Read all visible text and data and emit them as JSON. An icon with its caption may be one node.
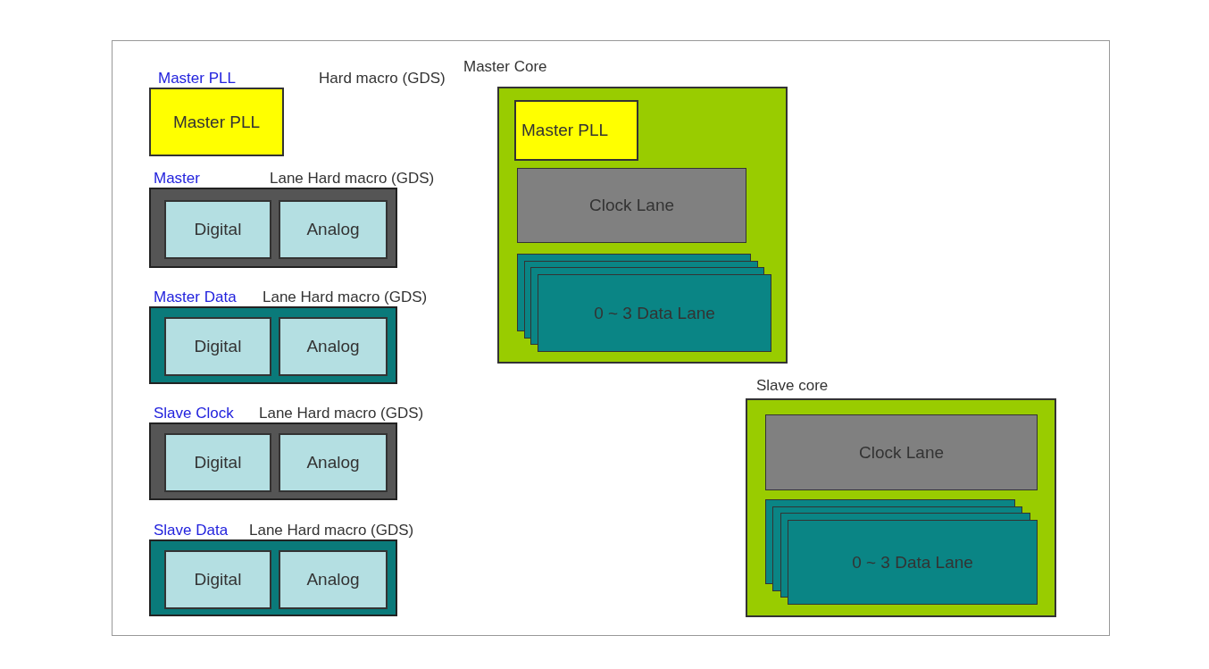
{
  "diagram": {
    "nodes": [
      {
        "text": [
          "Master PLL",
          "Hard macro (GDS)",
          "Master PLL"
        ]
      },
      {
        "text": [
          "Master",
          "Lane Hard macro (GDS)"
        ]
      },
      {
        "text": [
          "Digital"
        ],
        "in": 1
      },
      {
        "text": [
          "Analog"
        ],
        "in": 1
      },
      {
        "text": [
          "Master Data",
          "Lane Hard macro (GDS)"
        ]
      },
      {
        "text": [
          "Digital"
        ],
        "in": 4
      },
      {
        "text": [
          "Analog"
        ],
        "in": 4
      },
      {
        "text": [
          "Slave Clock",
          "Lane Hard macro (GDS)"
        ]
      },
      {
        "text": [
          "Digital"
        ],
        "in": 7
      },
      {
        "text": [
          "Analog"
        ],
        "in": 7
      },
      {
        "text": [
          "Slave Data",
          "Lane Hard macro (GDS)"
        ]
      },
      {
        "text": [
          "Digital"
        ],
        "in": 10
      },
      {
        "text": [
          "Analog"
        ],
        "in": 10
      },
      {
        "text": [
          "Master Core"
        ]
      },
      {
        "text": [
          "Master PLL"
        ],
        "in": 13
      },
      {
        "text": [
          "Clock Lane"
        ],
        "in": 13
      },
      {
        "text": [
          "0 ~ 3 Data Lane"
        ],
        "in": 13
      },
      {
        "text": [
          "Slave core"
        ]
      },
      {
        "text": [
          "Clock Lane"
        ],
        "in": 17
      },
      {
        "text": [
          "0 ~ 3 Data Lane"
        ],
        "in": 17
      }
    ],
    "edges": []
  }
}
